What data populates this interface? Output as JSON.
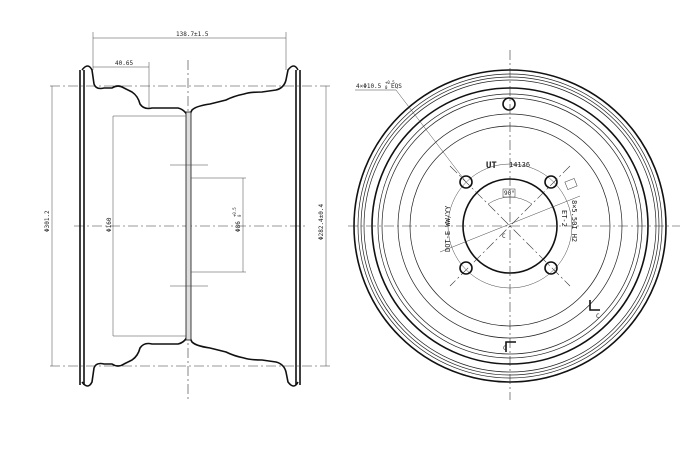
{
  "side_view": {
    "overall_width": "138.7±1.5",
    "flange_offset": "40.65",
    "flange_diameter": "Φ301.2",
    "disc_diameter": "Φ160",
    "center_bore": "Φ86",
    "center_bore_tol": "+0.5",
    "center_bore_tol_low": "0",
    "bead_seat_diameter": "Φ282.4±0.4"
  },
  "front_view": {
    "bolt_holes_note": "4×Φ10.5",
    "bolt_holes_tol": "+0.5",
    "bolt_holes_tol_low": "0",
    "bolt_holes_suffix": "EQS",
    "brand": "UT",
    "part_number": "14136",
    "angle": "90°",
    "rim_size": "8×5.50I H2",
    "offset_mark": "ET-2",
    "dot_mark": "DOT-E WW/YY",
    "section_mark": "C"
  }
}
